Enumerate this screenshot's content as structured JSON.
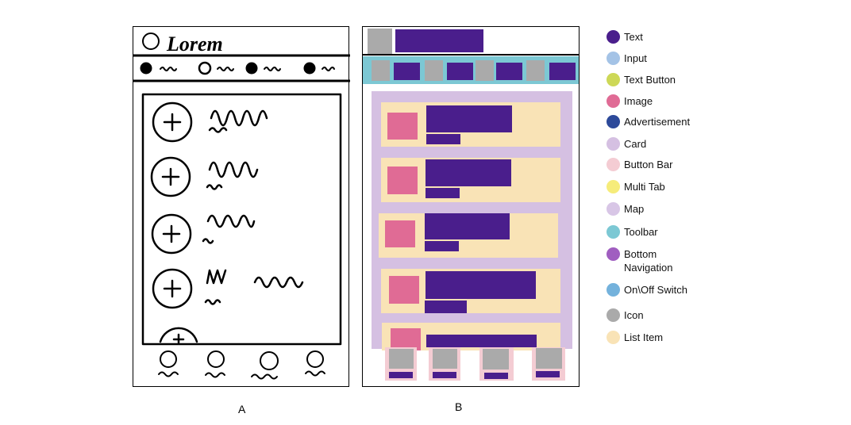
{
  "captions": {
    "a": "A",
    "b": "B"
  },
  "sketch": {
    "title": "Lorem"
  },
  "colors": {
    "text": "#4a1e8c",
    "icon": "#aaaaaa",
    "toolbar": "#7cc8d4",
    "card": "#d5c0e2",
    "list_item": "#f9e3b6",
    "image": "#e06b95",
    "button_bar": "#f4ccd3"
  },
  "legend": [
    {
      "label": "Text",
      "color": "#4a1e8c"
    },
    {
      "label": "Input",
      "color": "#a4c3e6"
    },
    {
      "label": "Text Button",
      "color": "#cdd857"
    },
    {
      "label": "Image",
      "color": "#e06b95"
    },
    {
      "label": "Advertisement",
      "color": "#2d4a9a"
    },
    {
      "label": "Card",
      "color": "#d5c0e2"
    },
    {
      "label": "Button Bar",
      "color": "#f4ccd3"
    },
    {
      "label": "Multi Tab",
      "color": "#f6ec7a"
    },
    {
      "label": "Map",
      "color": "#d8c6e6"
    },
    {
      "label": "Toolbar",
      "color": "#7cc8d4"
    },
    {
      "label": "Bottom\nNavigation",
      "color": "#a05ec0"
    },
    {
      "label": "On\\Off Switch",
      "color": "#74b2dc"
    },
    {
      "label": "Icon",
      "color": "#aaaaaa"
    },
    {
      "label": "List Item",
      "color": "#f9e3b6"
    }
  ]
}
